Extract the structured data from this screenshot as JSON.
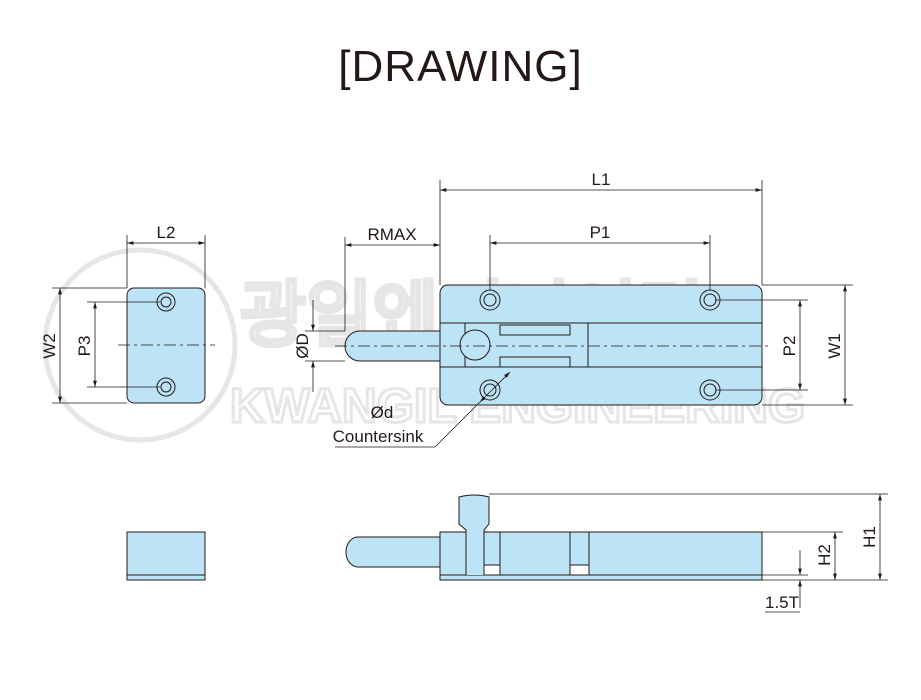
{
  "title": "[DRAWING]",
  "watermark": {
    "text": "KWANGIL ENGINEERING",
    "korean": "광일엔지니어링"
  },
  "colors": {
    "part_fill": "#bde3f7",
    "line": "#231815",
    "watermark": "#e6e6e6"
  },
  "dimensions": {
    "L1": "L1",
    "P1": "P1",
    "RMAX": "RMAX",
    "L2": "L2",
    "W2": "W2",
    "P3": "P3",
    "OD": "ØD",
    "P2": "P2",
    "W1": "W1",
    "Od": "Ød",
    "countersink": "Countersink",
    "H1": "H1",
    "H2": "H2",
    "T": "1.5T"
  }
}
